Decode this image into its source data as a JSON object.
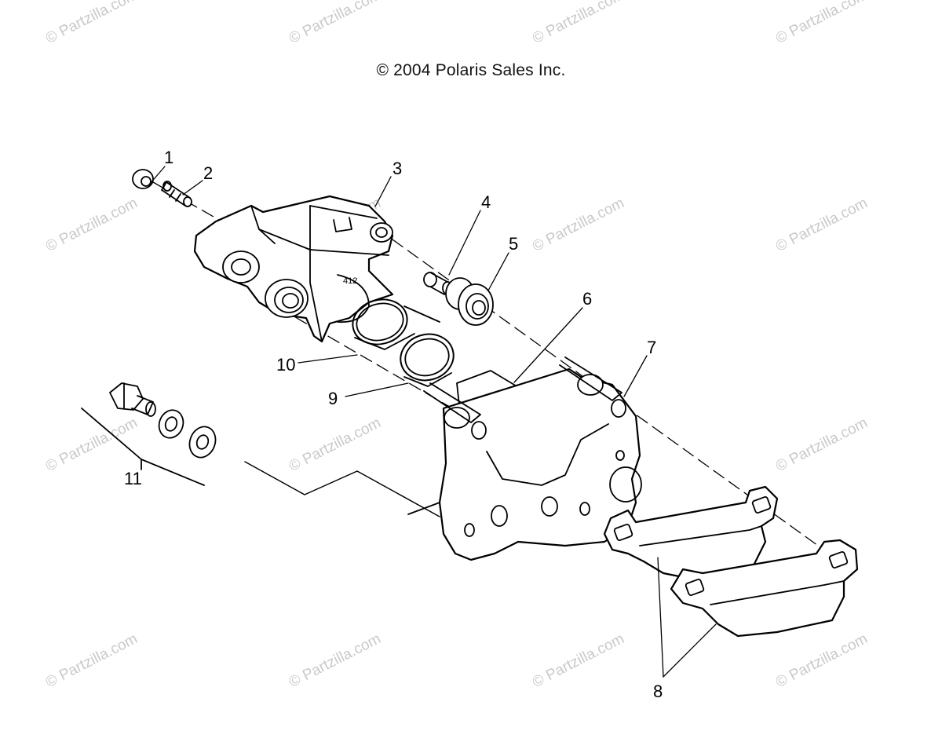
{
  "copyright": "© 2004 Polaris Sales Inc.",
  "watermark": "© Partzilla.com",
  "callouts": [
    "1",
    "2",
    "3",
    "4",
    "5",
    "6",
    "7",
    "8",
    "9",
    "10",
    "11"
  ],
  "caliper_marking": "412"
}
